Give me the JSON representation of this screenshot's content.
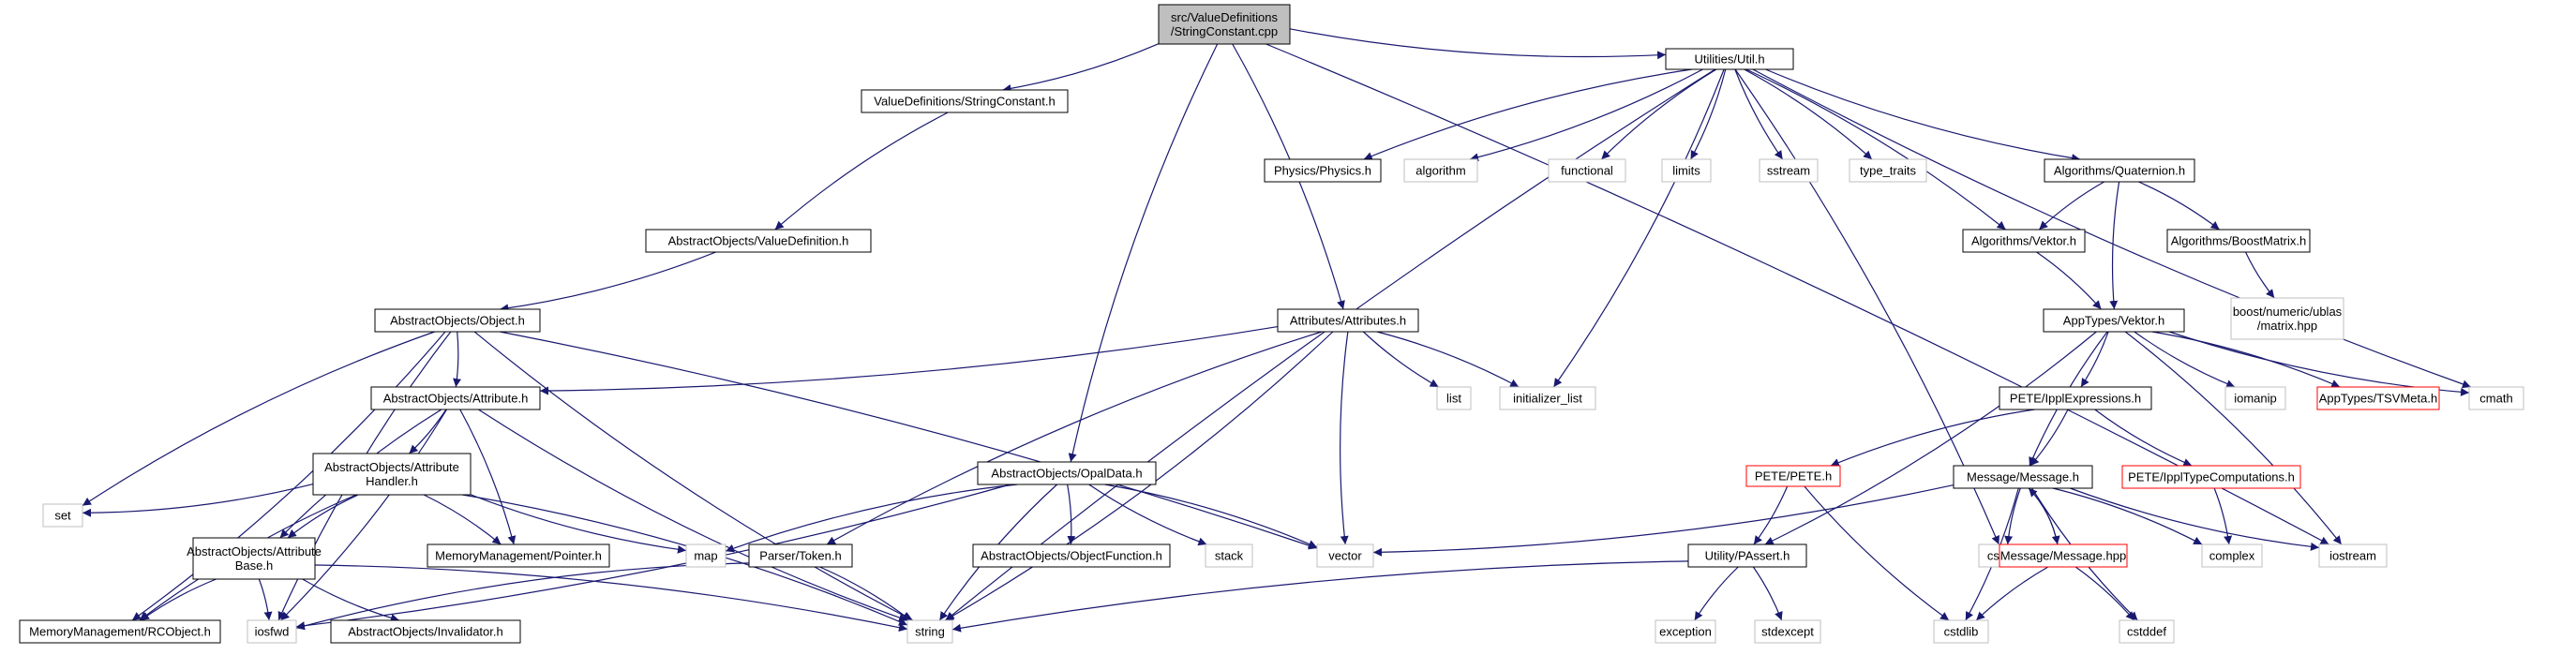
{
  "colors": {
    "edge": "#191970",
    "root_fill": "#bfbfbf",
    "external_border": "#bfbfbf",
    "truncated_border": "#ff0000"
  },
  "nodes": [
    {
      "id": "root",
      "lines": [
        "src/ValueDefinitions",
        "/StringConstant.cpp"
      ],
      "kind": "root"
    },
    {
      "id": "vdsc",
      "lines": [
        "ValueDefinitions/StringConstant.h"
      ],
      "kind": "normal"
    },
    {
      "id": "util",
      "lines": [
        "Utilities/Util.h"
      ],
      "kind": "normal"
    },
    {
      "id": "physics",
      "lines": [
        "Physics/Physics.h"
      ],
      "kind": "normal"
    },
    {
      "id": "algorithm",
      "lines": [
        "algorithm"
      ],
      "kind": "sys"
    },
    {
      "id": "functional",
      "lines": [
        "functional"
      ],
      "kind": "sys"
    },
    {
      "id": "limits",
      "lines": [
        "limits"
      ],
      "kind": "sys"
    },
    {
      "id": "sstream",
      "lines": [
        "sstream"
      ],
      "kind": "sys"
    },
    {
      "id": "type_traits",
      "lines": [
        "type_traits"
      ],
      "kind": "sys"
    },
    {
      "id": "quaternion",
      "lines": [
        "Algorithms/Quaternion.h"
      ],
      "kind": "normal"
    },
    {
      "id": "avektor",
      "lines": [
        "Algorithms/Vektor.h"
      ],
      "kind": "normal"
    },
    {
      "id": "boostmatrix",
      "lines": [
        "Algorithms/BoostMatrix.h"
      ],
      "kind": "normal"
    },
    {
      "id": "ublas",
      "lines": [
        "boost/numeric/ublas",
        "/matrix.hpp"
      ],
      "kind": "sys"
    },
    {
      "id": "aovaldef",
      "lines": [
        "AbstractObjects/ValueDefinition.h"
      ],
      "kind": "normal"
    },
    {
      "id": "aoobject",
      "lines": [
        "AbstractObjects/Object.h"
      ],
      "kind": "normal"
    },
    {
      "id": "attributes",
      "lines": [
        "Attributes/Attributes.h"
      ],
      "kind": "normal"
    },
    {
      "id": "apvektor",
      "lines": [
        "AppTypes/Vektor.h"
      ],
      "kind": "normal"
    },
    {
      "id": "aoattribute",
      "lines": [
        "AbstractObjects/Attribute.h"
      ],
      "kind": "normal"
    },
    {
      "id": "list",
      "lines": [
        "list"
      ],
      "kind": "sys"
    },
    {
      "id": "initlist",
      "lines": [
        "initializer_list"
      ],
      "kind": "sys"
    },
    {
      "id": "pete_ippl",
      "lines": [
        "PETE/IpplExpressions.h"
      ],
      "kind": "normal"
    },
    {
      "id": "iomanip",
      "lines": [
        "iomanip"
      ],
      "kind": "sys"
    },
    {
      "id": "tsvmeta",
      "lines": [
        "AppTypes/TSVMeta.h"
      ],
      "kind": "red"
    },
    {
      "id": "cmath",
      "lines": [
        "cmath"
      ],
      "kind": "sys"
    },
    {
      "id": "aohandler",
      "lines": [
        "AbstractObjects/Attribute",
        "Handler.h"
      ],
      "kind": "normal"
    },
    {
      "id": "aoopal",
      "lines": [
        "AbstractObjects/OpalData.h"
      ],
      "kind": "normal"
    },
    {
      "id": "petepete",
      "lines": [
        "PETE/PETE.h"
      ],
      "kind": "red"
    },
    {
      "id": "msgh",
      "lines": [
        "Message/Message.h"
      ],
      "kind": "normal"
    },
    {
      "id": "ipplcomp",
      "lines": [
        "PETE/IpplTypeComputations.h"
      ],
      "kind": "red"
    },
    {
      "id": "set",
      "lines": [
        "set"
      ],
      "kind": "sys"
    },
    {
      "id": "aobase",
      "lines": [
        "AbstractObjects/Attribute",
        "Base.h"
      ],
      "kind": "normal"
    },
    {
      "id": "mmptr",
      "lines": [
        "MemoryManagement/Pointer.h"
      ],
      "kind": "normal"
    },
    {
      "id": "map",
      "lines": [
        "map"
      ],
      "kind": "sys"
    },
    {
      "id": "token",
      "lines": [
        "Parser/Token.h"
      ],
      "kind": "normal"
    },
    {
      "id": "aofunc",
      "lines": [
        "AbstractObjects/ObjectFunction.h"
      ],
      "kind": "normal"
    },
    {
      "id": "stack",
      "lines": [
        "stack"
      ],
      "kind": "sys"
    },
    {
      "id": "vector",
      "lines": [
        "vector"
      ],
      "kind": "sys"
    },
    {
      "id": "passert",
      "lines": [
        "Utility/PAssert.h"
      ],
      "kind": "normal"
    },
    {
      "id": "cstring",
      "lines": [
        "cstring"
      ],
      "kind": "sys"
    },
    {
      "id": "msghpp",
      "lines": [
        "Message/Message.hpp"
      ],
      "kind": "red"
    },
    {
      "id": "complex",
      "lines": [
        "complex"
      ],
      "kind": "sys"
    },
    {
      "id": "iostream",
      "lines": [
        "iostream"
      ],
      "kind": "sys"
    },
    {
      "id": "mmrc",
      "lines": [
        "MemoryManagement/RCObject.h"
      ],
      "kind": "normal"
    },
    {
      "id": "iosfwd",
      "lines": [
        "iosfwd"
      ],
      "kind": "sys"
    },
    {
      "id": "aoinval",
      "lines": [
        "AbstractObjects/Invalidator.h"
      ],
      "kind": "normal"
    },
    {
      "id": "string",
      "lines": [
        "string"
      ],
      "kind": "sys"
    },
    {
      "id": "exception",
      "lines": [
        "exception"
      ],
      "kind": "sys"
    },
    {
      "id": "stdexcept",
      "lines": [
        "stdexcept"
      ],
      "kind": "sys"
    },
    {
      "id": "cstdlib",
      "lines": [
        "cstdlib"
      ],
      "kind": "sys"
    },
    {
      "id": "cstddef",
      "lines": [
        "cstddef"
      ],
      "kind": "sys"
    }
  ],
  "edges": [
    [
      "root",
      "vdsc"
    ],
    [
      "root",
      "util"
    ],
    [
      "root",
      "attributes"
    ],
    [
      "root",
      "aoopal"
    ],
    [
      "root",
      "iostream"
    ],
    [
      "vdsc",
      "aovaldef"
    ],
    [
      "aovaldef",
      "aoobject"
    ],
    [
      "util",
      "physics"
    ],
    [
      "util",
      "algorithm"
    ],
    [
      "util",
      "functional"
    ],
    [
      "util",
      "limits"
    ],
    [
      "util",
      "sstream"
    ],
    [
      "util",
      "type_traits"
    ],
    [
      "util",
      "quaternion"
    ],
    [
      "util",
      "avektor"
    ],
    [
      "util",
      "cmath"
    ],
    [
      "util",
      "initlist"
    ],
    [
      "util",
      "string"
    ],
    [
      "util",
      "cstring"
    ],
    [
      "quaternion",
      "avektor"
    ],
    [
      "quaternion",
      "boostmatrix"
    ],
    [
      "quaternion",
      "apvektor"
    ],
    [
      "avektor",
      "apvektor"
    ],
    [
      "boostmatrix",
      "ublas"
    ],
    [
      "apvektor",
      "pete_ippl"
    ],
    [
      "apvektor",
      "iomanip"
    ],
    [
      "apvektor",
      "tsvmeta"
    ],
    [
      "apvektor",
      "cmath"
    ],
    [
      "apvektor",
      "iostream"
    ],
    [
      "apvektor",
      "msgh"
    ],
    [
      "apvektor",
      "passert"
    ],
    [
      "pete_ippl",
      "petepete"
    ],
    [
      "pete_ippl",
      "msgh"
    ],
    [
      "pete_ippl",
      "ipplcomp"
    ],
    [
      "petepete",
      "passert"
    ],
    [
      "petepete",
      "cstdlib"
    ],
    [
      "ipplcomp",
      "complex"
    ],
    [
      "msgh",
      "msghpp"
    ],
    [
      "msgh",
      "vector"
    ],
    [
      "msgh",
      "cstring"
    ],
    [
      "msgh",
      "cstdlib"
    ],
    [
      "msgh",
      "cstddef"
    ],
    [
      "msgh",
      "complex"
    ],
    [
      "msgh",
      "iostream"
    ],
    [
      "msghpp",
      "msgh"
    ],
    [
      "msghpp",
      "cstdlib"
    ],
    [
      "msghpp",
      "cstddef"
    ],
    [
      "passert",
      "exception"
    ],
    [
      "passert",
      "stdexcept"
    ],
    [
      "passert",
      "string"
    ],
    [
      "aoobject",
      "aoattribute"
    ],
    [
      "aoobject",
      "set"
    ],
    [
      "aoobject",
      "vector"
    ],
    [
      "aoobject",
      "string"
    ],
    [
      "aoobject",
      "mmrc"
    ],
    [
      "aoobject",
      "iosfwd"
    ],
    [
      "attributes",
      "aoattribute"
    ],
    [
      "attributes",
      "list"
    ],
    [
      "attributes",
      "initlist"
    ],
    [
      "attributes",
      "vector"
    ],
    [
      "attributes",
      "string"
    ],
    [
      "attributes",
      "token"
    ],
    [
      "aoattribute",
      "aohandler"
    ],
    [
      "aoattribute",
      "aobase"
    ],
    [
      "aoattribute",
      "mmptr"
    ],
    [
      "aoattribute",
      "string"
    ],
    [
      "aoattribute",
      "iosfwd"
    ],
    [
      "aohandler",
      "aobase"
    ],
    [
      "aohandler",
      "set"
    ],
    [
      "aohandler",
      "map"
    ],
    [
      "aohandler",
      "mmptr"
    ],
    [
      "aohandler",
      "mmrc"
    ],
    [
      "aohandler",
      "string"
    ],
    [
      "aobase",
      "mmrc"
    ],
    [
      "aobase",
      "iosfwd"
    ],
    [
      "aobase",
      "aoinval"
    ],
    [
      "aobase",
      "string"
    ],
    [
      "aoopal",
      "map"
    ],
    [
      "aoopal",
      "aofunc"
    ],
    [
      "aoopal",
      "stack"
    ],
    [
      "aoopal",
      "vector"
    ],
    [
      "aoopal",
      "string"
    ],
    [
      "aoopal",
      "iosfwd"
    ],
    [
      "token",
      "iosfwd"
    ],
    [
      "token",
      "string"
    ]
  ]
}
